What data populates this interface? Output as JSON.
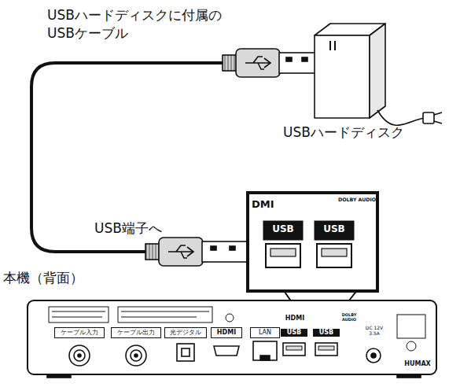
{
  "diagram": {
    "labels": [
      "USBハードディスクに付属の USBケーブル",
      "USBハードディスク",
      "USB端子へ",
      "本機（背面）",
      "DMI",
      "USB",
      "USB",
      "DOLBY AUDIO",
      "ケーブル入力",
      "ケーブル出力",
      "光デジタル",
      "HDMI",
      "LAN",
      "HDMI",
      "USB",
      "USB",
      "DOLBY AUDIO",
      "DC 12V 3.5A",
      "HUMAX"
    ]
  }
}
